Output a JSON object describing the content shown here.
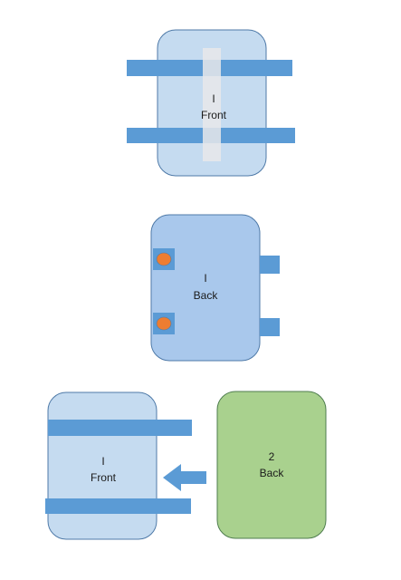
{
  "colors": {
    "panel_light": "#c5dbf0",
    "panel_mid": "#a9c8ec",
    "panel_stroke": "#4f7aa8",
    "strap_blue": "#5b9bd5",
    "strap_translucent": "#e7e8ea",
    "hole_orange": "#ed7d31",
    "panel_green": "#a9d18e",
    "green_stroke": "#4f7d4f",
    "arrow_blue": "#5b9bd5"
  },
  "diagrams": [
    {
      "id": "front-with-vertical-strap",
      "number_label": "I",
      "side_label": "Front"
    },
    {
      "id": "back-with-holes",
      "number_label": "I",
      "side_label": "Back"
    },
    {
      "id": "assembly",
      "panel_one": {
        "number_label": "I",
        "side_label": "Front"
      },
      "panel_two": {
        "number_label": "2",
        "side_label": "Back"
      },
      "arrow_direction": "left"
    }
  ]
}
